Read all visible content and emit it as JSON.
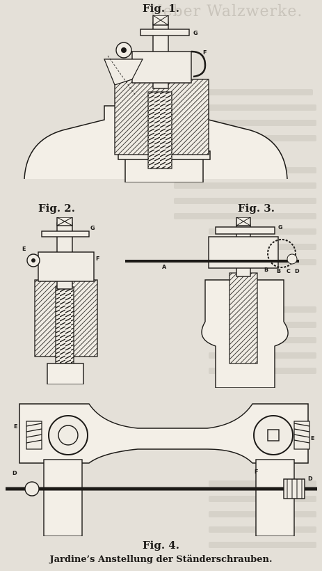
{
  "labels": {
    "fig1": "Fig. 1.",
    "fig2": "Fig. 2.",
    "fig3": "Fig. 3.",
    "fig4": "Fig. 4."
  },
  "caption": "Jardine’s Anstellung der Ständerschrauben.",
  "marks": {
    "fig1": [
      "G",
      "F"
    ],
    "fig2": [
      "E",
      "G",
      "F"
    ],
    "fig3": [
      "G",
      "A",
      "B",
      "B",
      "C",
      "D"
    ],
    "fig4": [
      "E",
      "D",
      "F",
      "E",
      "D"
    ]
  }
}
